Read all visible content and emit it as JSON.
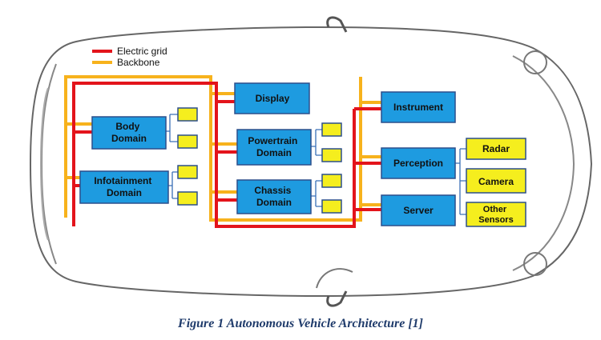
{
  "legend": {
    "electric_grid": "Electric grid",
    "backbone": "Backbone"
  },
  "colors": {
    "electric_grid": "#e3141b",
    "backbone": "#f7b21c",
    "domain_box": "#1e9be0",
    "sensor_box": "#f5ee1e",
    "ecu_box": "#f5ee1e"
  },
  "boxes": {
    "body_domain": [
      "Body",
      "Domain"
    ],
    "infotainment_domain": [
      "Infotainment",
      "Domain"
    ],
    "display": [
      "Display"
    ],
    "powertrain_domain": [
      "Powertrain",
      "Domain"
    ],
    "chassis_domain": [
      "Chassis",
      "Domain"
    ],
    "instrument": [
      "Instrument"
    ],
    "perception": [
      "Perception"
    ],
    "server": [
      "Server"
    ],
    "radar": [
      "Radar"
    ],
    "camera": [
      "Camera"
    ],
    "other_sensors": [
      "Other",
      "Sensors"
    ]
  },
  "caption": "Figure 1 Autonomous Vehicle Architecture [1]"
}
